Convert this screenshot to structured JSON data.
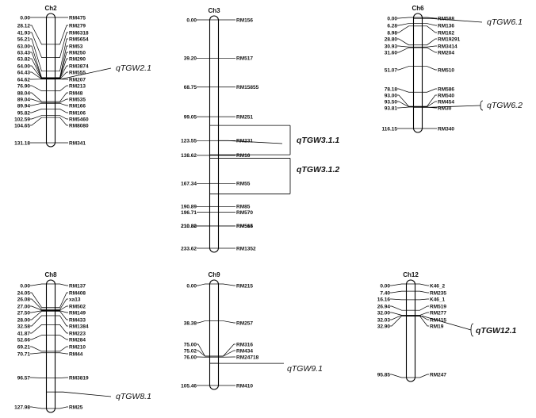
{
  "chart_data": {
    "type": "diagram",
    "chromosomes": [
      {
        "name": "Ch2",
        "max": 131.18,
        "markers": [
          {
            "pos": "0.00",
            "name": "RM475"
          },
          {
            "pos": "28.12",
            "name": "RM279"
          },
          {
            "pos": "41.93",
            "name": "RM6318"
          },
          {
            "pos": "56.21",
            "name": "RM5654"
          },
          {
            "pos": "63.00",
            "name": "RM53"
          },
          {
            "pos": "63.43",
            "name": "RM250"
          },
          {
            "pos": "63.82",
            "name": "RM290"
          },
          {
            "pos": "64.00",
            "name": "RM3874"
          },
          {
            "pos": "64.43",
            "name": "RM555"
          },
          {
            "pos": "64.62",
            "name": "RM207"
          },
          {
            "pos": "76.90",
            "name": "RM213"
          },
          {
            "pos": "88.04",
            "name": "RM48"
          },
          {
            "pos": "89.04",
            "name": "RM535"
          },
          {
            "pos": "89.94",
            "name": "RM166"
          },
          {
            "pos": "95.82",
            "name": "RM106"
          },
          {
            "pos": "102.59",
            "name": "RM5460"
          },
          {
            "pos": "104.65",
            "name": "RM8080"
          },
          {
            "pos": "131.18",
            "name": "RM341"
          }
        ],
        "qtls": [
          {
            "name": "qTGW2.1",
            "start": 64.43,
            "end": 64.43
          }
        ]
      },
      {
        "name": "Ch3",
        "max": 233.62,
        "markers": [
          {
            "pos": "0.00",
            "name": "RM156"
          },
          {
            "pos": "39.20",
            "name": "RM517"
          },
          {
            "pos": "68.75",
            "name": "RM15855"
          },
          {
            "pos": "99.05",
            "name": "RM251"
          },
          {
            "pos": "123.55",
            "name": "RM231"
          },
          {
            "pos": "138.62",
            "name": "RM16"
          },
          {
            "pos": "167.34",
            "name": "RM55"
          },
          {
            "pos": "190.89",
            "name": "RM85"
          },
          {
            "pos": "196.71",
            "name": "RM570"
          },
          {
            "pos": "210.80",
            "name": "RM565"
          },
          {
            "pos": "210.82",
            "name": "RM514"
          },
          {
            "pos": "233.62",
            "name": "RM1352"
          }
        ],
        "qtls": [
          {
            "name": "qTGW3.1.1",
            "start": 108.0,
            "end": 138.0
          },
          {
            "name": "qTGW3.1.2",
            "start": 141.5,
            "end": 178.0
          }
        ]
      },
      {
        "name": "Ch6",
        "max": 116.15,
        "markers": [
          {
            "pos": "0.00",
            "name": "RM588"
          },
          {
            "pos": "6.28",
            "name": "RM136"
          },
          {
            "pos": "8.98",
            "name": "RM162"
          },
          {
            "pos": "28.80",
            "name": "RM19291"
          },
          {
            "pos": "30.93",
            "name": "RM3414"
          },
          {
            "pos": "31.60",
            "name": "RM204"
          },
          {
            "pos": "51.07",
            "name": "RM510"
          },
          {
            "pos": "78.18",
            "name": "RM586"
          },
          {
            "pos": "93.00",
            "name": "RM540"
          },
          {
            "pos": "93.50",
            "name": "RM454"
          },
          {
            "pos": "93.81",
            "name": "RM30"
          },
          {
            "pos": "116.15",
            "name": "RM340"
          }
        ],
        "qtls": [
          {
            "name": "qTGW6.1",
            "start": 0.0,
            "end": 2.0
          },
          {
            "name": "qTGW6.2",
            "start": 93.0,
            "end": 95.0
          }
        ]
      },
      {
        "name": "Ch8",
        "max": 127.98,
        "markers": [
          {
            "pos": "0.00",
            "name": "RM137"
          },
          {
            "pos": "24.05",
            "name": "RM408"
          },
          {
            "pos": "26.08",
            "name": "xa13"
          },
          {
            "pos": "27.00",
            "name": "RM502"
          },
          {
            "pos": "27.50",
            "name": "RM149"
          },
          {
            "pos": "28.00",
            "name": "RM433"
          },
          {
            "pos": "32.58",
            "name": "RM1384"
          },
          {
            "pos": "41.87",
            "name": "RM223"
          },
          {
            "pos": "52.66",
            "name": "RM284"
          },
          {
            "pos": "69.21",
            "name": "RM210"
          },
          {
            "pos": "70.71",
            "name": "RM44"
          },
          {
            "pos": "96.57",
            "name": "RM3819"
          },
          {
            "pos": "127.98",
            "name": "RM25"
          }
        ],
        "qtls": [
          {
            "name": "qTGW8.1",
            "start": 110.0,
            "end": 112.0
          }
        ]
      },
      {
        "name": "Ch9",
        "max": 105.46,
        "markers": [
          {
            "pos": "0.00",
            "name": "RM215"
          },
          {
            "pos": "38.38",
            "name": "RM257"
          },
          {
            "pos": "75.00",
            "name": "RM316"
          },
          {
            "pos": "75.02",
            "name": "RM434"
          },
          {
            "pos": "76.00",
            "name": "RM24718"
          },
          {
            "pos": "105.46",
            "name": "RM410"
          }
        ],
        "qtls": [
          {
            "name": "qTGW9.1",
            "start": 81.0,
            "end": 84.0
          }
        ]
      },
      {
        "name": "Ch12",
        "max": 95.85,
        "markers": [
          {
            "pos": "0.00",
            "name": "K46_2"
          },
          {
            "pos": "7.40",
            "name": "RM235"
          },
          {
            "pos": "16.16",
            "name": "K46_1"
          },
          {
            "pos": "26.94",
            "name": "RM519"
          },
          {
            "pos": "32.00",
            "name": "RM277"
          },
          {
            "pos": "32.03",
            "name": "RM415"
          },
          {
            "pos": "32.90",
            "name": "RM19"
          },
          {
            "pos": "95.85",
            "name": "RM247"
          }
        ],
        "qtls": [
          {
            "name": "qTGW12.1",
            "start": 32.0,
            "end": 34.0
          }
        ]
      }
    ]
  }
}
